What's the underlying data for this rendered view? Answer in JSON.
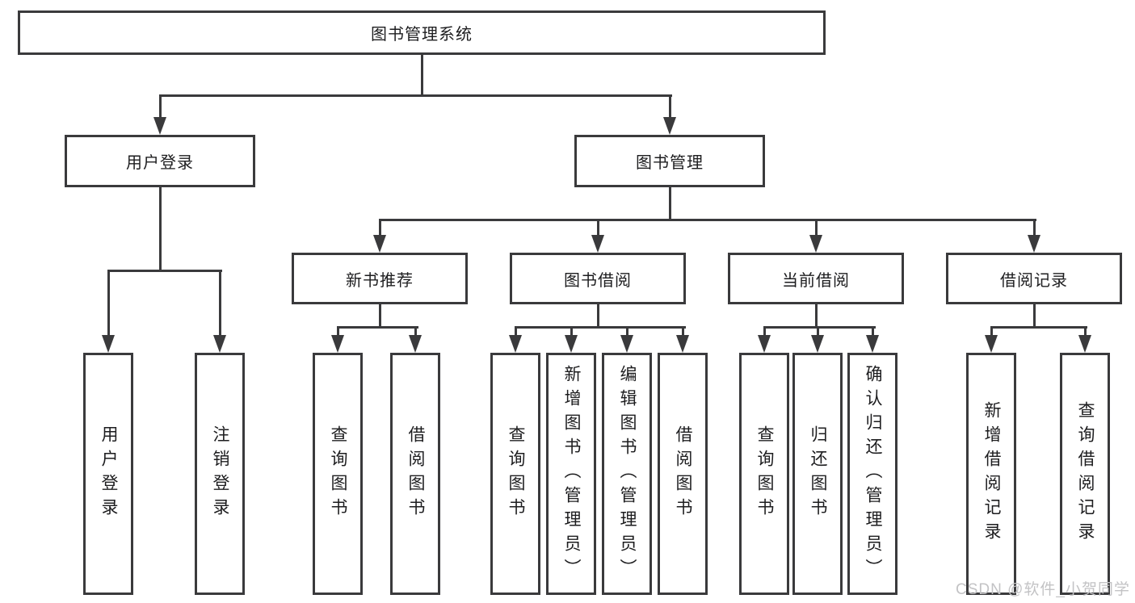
{
  "diagram_type": "hierarchy-tree",
  "title": "图书管理系统",
  "watermark": "CSDN @软件_小贺同学",
  "colors": {
    "line_color": "#3a3a3c",
    "text_color": "#1d1d1f",
    "watermark_color": "#c3c3c5",
    "bg_color": "#ffffff"
  },
  "tree": {
    "root": "图书管理系统",
    "children": [
      {
        "label": "用户登录",
        "children": [
          "用户登录",
          "注销登录"
        ]
      },
      {
        "label": "图书管理",
        "children": [
          {
            "label": "新书推荐",
            "children": [
              "查询图书",
              "借阅图书"
            ]
          },
          {
            "label": "图书借阅",
            "children": [
              "查询图书",
              "新增图书（管理员）",
              "编辑图书（管理员）",
              "借阅图书"
            ]
          },
          {
            "label": "当前借阅",
            "children": [
              "查询图书",
              "归还图书",
              "确认归还（管理员）"
            ]
          },
          {
            "label": "借阅记录",
            "children": [
              "新增借阅记录",
              "查询借阅记录"
            ]
          }
        ]
      }
    ]
  }
}
